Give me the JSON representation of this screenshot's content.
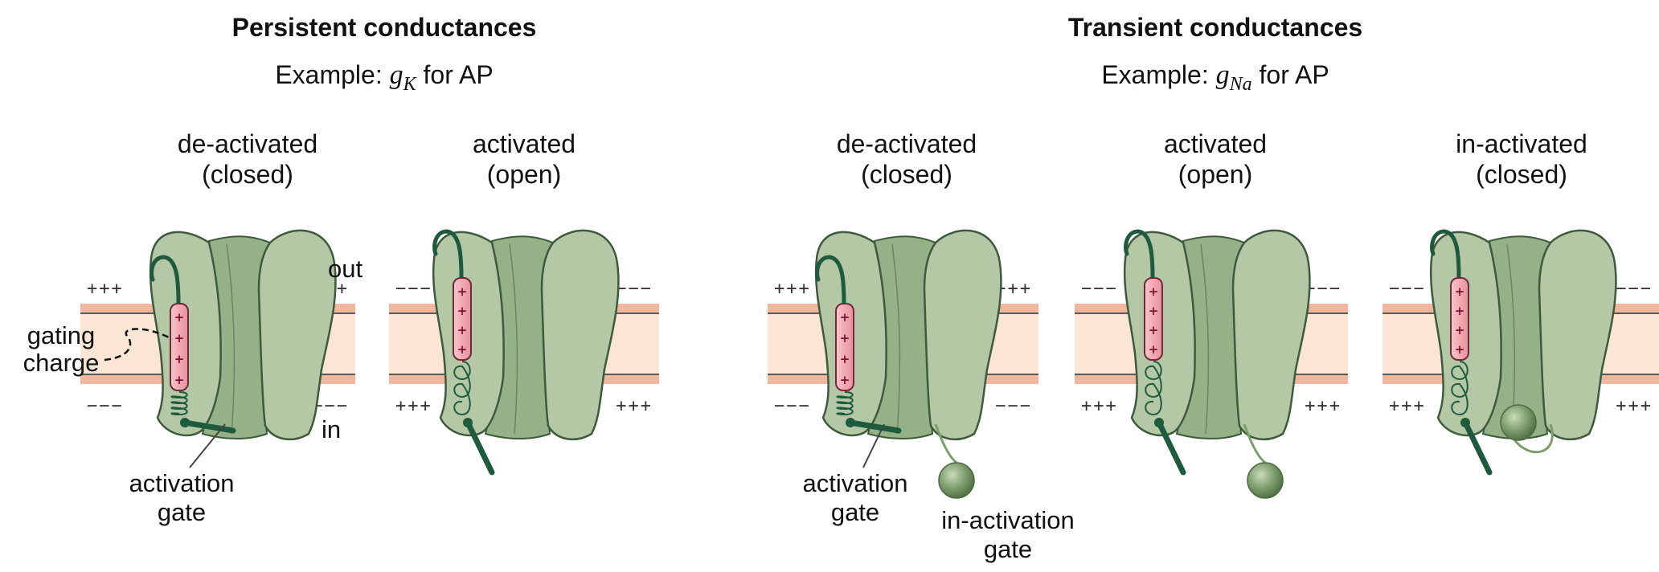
{
  "sections": {
    "persistent": {
      "title": "Persistent conductances",
      "example_prefix": "Example: ",
      "example_var": "g",
      "example_sub": "K",
      "example_suffix": " for AP"
    },
    "transient": {
      "title": "Transient conductances",
      "example_prefix": "Example: ",
      "example_var": "g",
      "example_sub": "Na",
      "example_suffix": " for AP"
    }
  },
  "states": {
    "deactivated": [
      "de-activated",
      "(closed)"
    ],
    "activated": [
      "activated",
      "(open)"
    ],
    "inactivated": [
      "in-activated",
      "(closed)"
    ]
  },
  "labels": {
    "out": "out",
    "in": "in",
    "gating_charge": [
      "gating",
      "charge"
    ],
    "activation_gate": [
      "activation",
      "gate"
    ],
    "inactivation_gate": [
      "in-activation",
      "gate"
    ]
  },
  "membrane_signs": {
    "plus": "+++",
    "minus": "−−−",
    "sensor_plus": "+"
  },
  "colors": {
    "channel": "#b5c8a6",
    "channel_stroke": "#3e5a3c",
    "pore": "#95b187",
    "membrane": "#fbe5d4",
    "membrane_edge": "#f0b79e",
    "membrane_line": "#5a5a5a",
    "sensor": "#f2b1b8",
    "sensor_stroke": "#6e2b3a",
    "gate": "#1e5a3d",
    "ball": "#7c9d6b"
  },
  "icons": {
    "channel": "voltage-gated-ion-channel-icon",
    "ball": "inactivation-ball-icon"
  }
}
